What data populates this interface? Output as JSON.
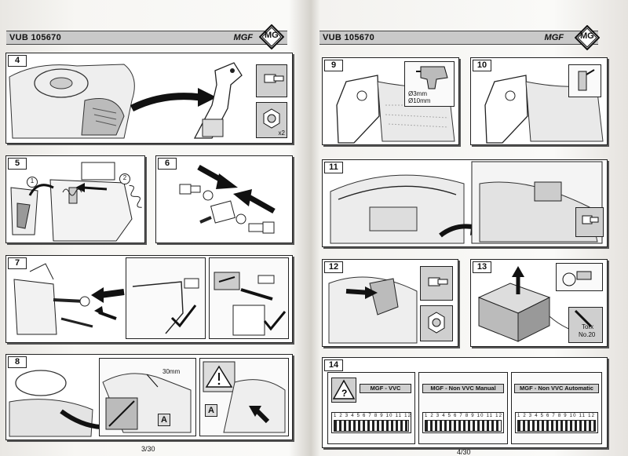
{
  "left_page": {
    "header_code": "VUB 105670",
    "header_model": "MGF",
    "logo": "MG",
    "page_number": "3/30",
    "steps": [
      {
        "id": "step-4",
        "number": "4",
        "icons": [
          "bolt-icon",
          "nut-icon"
        ],
        "quantity": "x2"
      },
      {
        "id": "step-5",
        "number": "5",
        "callouts": [
          "1",
          "2"
        ]
      },
      {
        "id": "step-6",
        "number": "6"
      },
      {
        "id": "step-7",
        "number": "7"
      },
      {
        "id": "step-8",
        "number": "8",
        "measure": "30mm",
        "marker": "A",
        "marker2": "A"
      }
    ]
  },
  "right_page": {
    "header_code": "VUB 105670",
    "header_model": "MGF",
    "logo": "MG",
    "page_number": "4/30",
    "steps": [
      {
        "id": "step-9",
        "number": "9",
        "drill_sizes": [
          "Ø3mm",
          "Ø10mm"
        ]
      },
      {
        "id": "step-10",
        "number": "10"
      },
      {
        "id": "step-11",
        "number": "11"
      },
      {
        "id": "step-12",
        "number": "12"
      },
      {
        "id": "step-13",
        "number": "13",
        "tool": "Torx",
        "tool_size": "No.20"
      },
      {
        "id": "step-14",
        "number": "14",
        "options": [
          "MGF - VVC",
          "MGF - Non VVC Manual",
          "MGF - Non VVC Automatic"
        ],
        "fuse_numbers": "1 2 3 4 5 6 7 8 9 10 11 12"
      }
    ]
  },
  "icons": [
    "mg-logo-icon",
    "warning-icon",
    "bolt-icon",
    "nut-icon",
    "drill-icon",
    "grease-icon",
    "arrow-icon",
    "tick-icon",
    "screwdriver-icon"
  ]
}
